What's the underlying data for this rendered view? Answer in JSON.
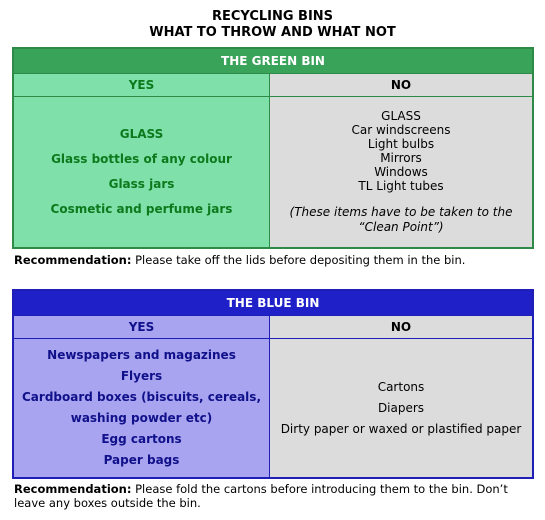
{
  "title": {
    "line1": "RECYCLING BINS",
    "line2": "WHAT TO THROW AND WHAT NOT"
  },
  "green_bin": {
    "header": "THE GREEN BIN",
    "yes_label": "YES",
    "no_label": "NO",
    "yes_items": [
      "GLASS",
      "Glass bottles of any colour",
      "Glass jars",
      "Cosmetic and perfume jars"
    ],
    "no_items": [
      "GLASS",
      "Car windscreens",
      "Light bulbs",
      "Mirrors",
      "Windows",
      "TL Light tubes"
    ],
    "no_note": "(These items have to be taken to the “Clean Point”)",
    "recommendation_label": "Recommendation:",
    "recommendation_text": "Please take off the lids before depositing them in the bin.",
    "colors": {
      "header": "#3aa35a",
      "yes_bg": "#7fe0aa",
      "yes_text": "#0c7a1c",
      "no_bg": "#dcdcdc"
    }
  },
  "blue_bin": {
    "header": "THE BLUE BIN",
    "yes_label": "YES",
    "no_label": "NO",
    "yes_items": [
      "Newspapers and magazines",
      "Flyers",
      "Cardboard boxes (biscuits, cereals,",
      "washing powder etc)",
      "Egg cartons",
      "Paper bags"
    ],
    "no_items": [
      "Cartons",
      "Diapers",
      "Dirty paper or waxed or plastified paper"
    ],
    "recommendation_label": "Recommendation:",
    "recommendation_line1": "Please fold the cartons before introducing them to the bin. Don’t",
    "recommendation_line2": "leave any boxes outside the bin.",
    "colors": {
      "header": "#1f20c8",
      "yes_bg": "#a8a4ef",
      "yes_text": "#10108a",
      "no_bg": "#dcdcdc"
    }
  }
}
